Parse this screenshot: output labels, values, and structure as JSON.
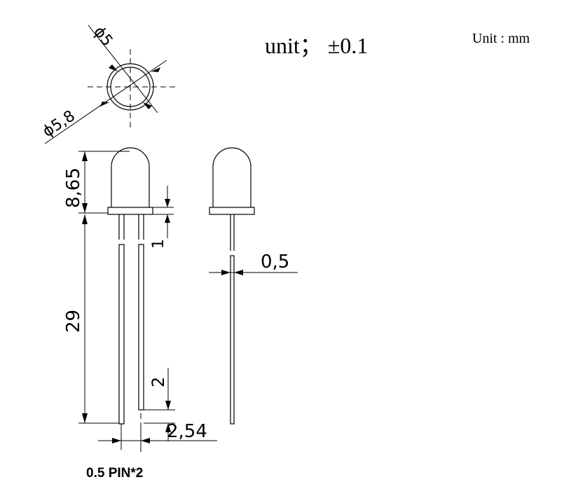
{
  "header": {
    "tolerance": "unit； ±0.1",
    "unit": "Unit : mm"
  },
  "dimensions": {
    "lens_diameter": "ϕ5",
    "flange_diameter": "ϕ5,8",
    "dome_height": "8,65",
    "flange_thickness": "1",
    "lead_length": "29",
    "lead_offset": "2",
    "lead_spacing": "2,54",
    "lead_width": "0,5"
  },
  "footer": {
    "pin_note": "0.5 PIN*2"
  }
}
